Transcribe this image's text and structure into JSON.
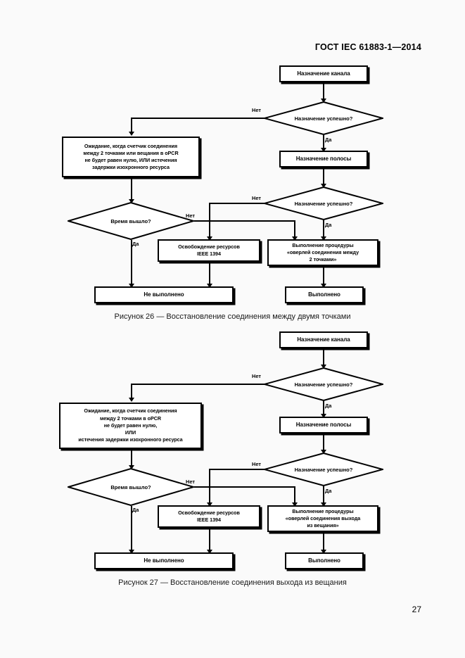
{
  "document": {
    "standard_header": "ГОСТ IEC 61883-1—2014",
    "page_number": "27"
  },
  "figures": [
    {
      "caption": "Рисунок  26 — Восстановление соединения между двумя точками",
      "nodes": {
        "start": "Назначение канала",
        "decision1": "Назначение успешно?",
        "wait": "Ожидание, когда счетчик соединения между 2 точками или вещания в oPCR не будет равен нулю, ИЛИ истечения задержки изохронного ресурса",
        "wait_lines": [
          "Ожидание, когда счетчик соединения",
          "между 2 точками или вещания в oPCR",
          "не будет равен нулю, ИЛИ истечения",
          "задержки изохронного ресурса"
        ],
        "bandwidth": "Назначение полосы",
        "decision2": "Назначение успешно?",
        "timeout": "Время вышло?",
        "release": "Освобождение ресурсов IEEE 1394",
        "release_lines": [
          "Освобождение ресурсов",
          "IEEE 1394"
        ],
        "overlay": "Выполнение процедуры «оверлей соединения между 2 точками»",
        "overlay_lines": [
          "Выполнение процедуры",
          "«оверлей соединения между",
          "2 точками»"
        ],
        "fail": "Не выполнено",
        "success": "Выполнено"
      },
      "edge_labels": {
        "d1_no": "Нет",
        "d1_yes": "Да",
        "d2_no": "Нет",
        "d2_yes": "Да",
        "timeout_no": "Нет",
        "timeout_yes": "Да"
      }
    },
    {
      "caption": "Рисунок  27 — Восстановление соединения выхода из вещания",
      "nodes": {
        "start": "Назначение канала",
        "decision1": "Назначение успешно?",
        "wait": "Ожидание, когда счетчик соединения между 2 точками в oPCR не будет равен нулю, ИЛИ истечения задержки изохронного ресурса",
        "wait_lines": [
          "Ожидание, когда счетчик соединения",
          "между 2 точками в oPCR",
          "не будет равен нулю,",
          "ИЛИ",
          "истечения задержки изохронного ресурса"
        ],
        "bandwidth": "Назначение полосы",
        "decision2": "Назначение успешно?",
        "timeout": "Время вышло?",
        "release": "Освобождение ресурсов IEEE 1394",
        "release_lines": [
          "Освобождение ресурсов",
          "IEEE 1394"
        ],
        "overlay": "Выполнение процедуры «оверлей соединения выхода из вещания»",
        "overlay_lines": [
          "Выполнение процедуры",
          "«оверлей соединения выхода",
          "из вещания»"
        ],
        "fail": "Не выполнено",
        "success": "Выполнено"
      },
      "edge_labels": {
        "d1_no": "Нет",
        "d1_yes": "Да",
        "d2_no": "Нет",
        "d2_yes": "Да",
        "timeout_no": "Нет",
        "timeout_yes": "Да"
      }
    }
  ]
}
